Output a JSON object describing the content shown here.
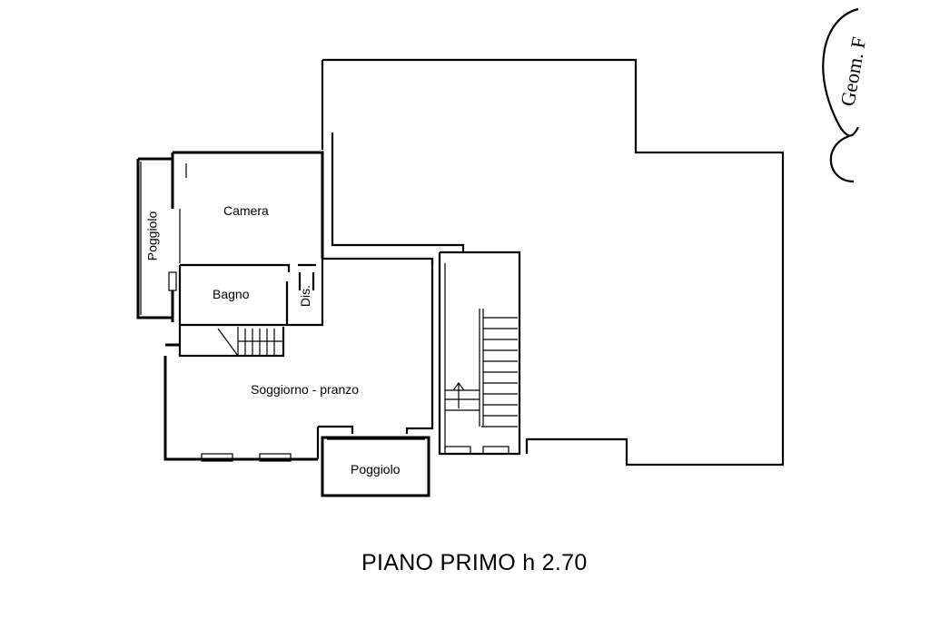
{
  "rooms": {
    "camera": "Camera",
    "bagno": "Bagno",
    "dis": "Dis.",
    "soggiorno": "Soggiorno - pranzo",
    "poggiolo_left": "Poggiolo",
    "poggiolo_bottom": "Poggiolo"
  },
  "title": "PIANO PRIMO h 2.70",
  "stamp": {
    "text": "Geom. F"
  }
}
